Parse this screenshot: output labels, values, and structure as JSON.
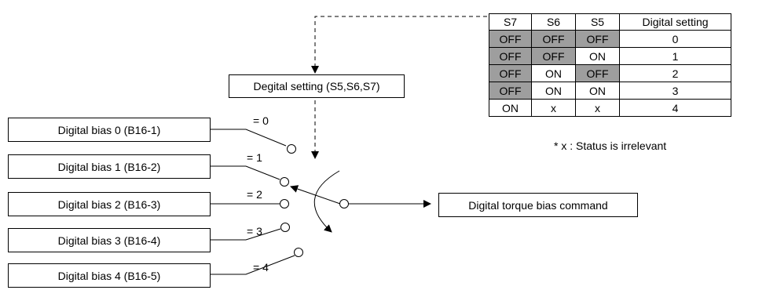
{
  "center_box": {
    "label": "Degital setting (S5,S6,S7)"
  },
  "output_box": {
    "label": "Digital torque bias command"
  },
  "inputs": [
    {
      "label": "Digital bias 0 (B16-1)",
      "value": "= 0"
    },
    {
      "label": "Digital bias 1 (B16-2)",
      "value": "= 1"
    },
    {
      "label": "Digital bias 2 (B16-3)",
      "value": "= 2"
    },
    {
      "label": "Digital bias 3 (B16-4)",
      "value": "= 3"
    },
    {
      "label": "Digital bias 4 (B16-5)",
      "value": "= 4"
    }
  ],
  "truth_table": {
    "headers": [
      "S7",
      "S6",
      "S5",
      "Digital setting"
    ],
    "rows": [
      [
        "OFF",
        "OFF",
        "OFF",
        "0"
      ],
      [
        "OFF",
        "OFF",
        "ON",
        "1"
      ],
      [
        "OFF",
        "ON",
        "OFF",
        "2"
      ],
      [
        "OFF",
        "ON",
        "ON",
        "3"
      ],
      [
        "ON",
        "x",
        "x",
        "4"
      ]
    ],
    "note": "* x : Status is irrelevant"
  }
}
